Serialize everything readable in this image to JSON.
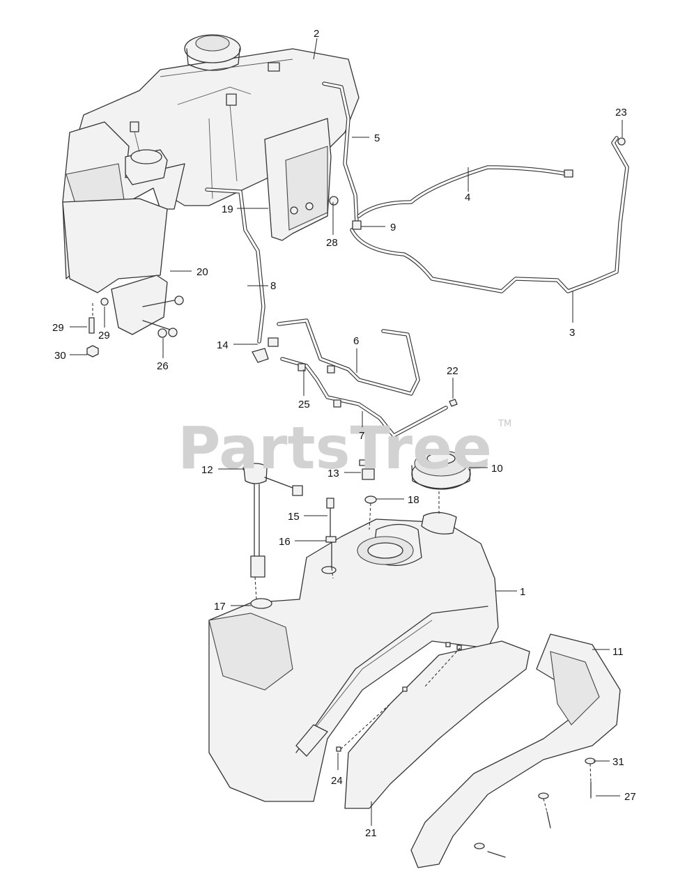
{
  "watermark": {
    "text": "PartsTree",
    "trademark": "TM"
  },
  "callouts": [
    "1",
    "2",
    "3",
    "4",
    "5",
    "6",
    "7",
    "8",
    "9",
    "10",
    "11",
    "12",
    "13",
    "14",
    "15",
    "16",
    "17",
    "18",
    "19",
    "20",
    "21",
    "22",
    "23",
    "24",
    "25",
    "26",
    "27",
    "28",
    "29",
    "29",
    "30",
    "31"
  ]
}
